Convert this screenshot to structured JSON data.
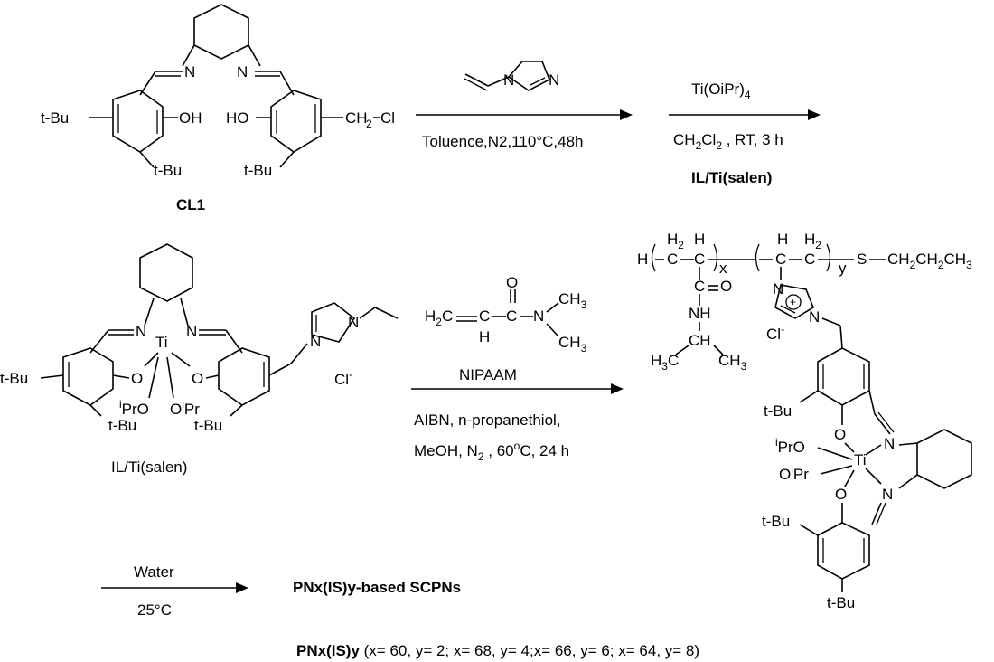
{
  "step1": {
    "compound_label": "CL1",
    "cond_below": "Toluence,N2,110°C,48h",
    "atoms": {
      "tbu": "t-Bu",
      "oh": "OH",
      "ho": "HO",
      "n": "N",
      "ch2": "CH",
      "cl": "Cl",
      "two": "2"
    }
  },
  "step2": {
    "reagent": "Ti(OiPr)",
    "reagent_sub": "4",
    "cond_ch": "CH",
    "cond_cl": "Cl",
    "cond_rest": " , RT, 3 h",
    "sub2": "2",
    "product_label": "IL/Ti(salen)"
  },
  "step3": {
    "complex_label": "IL/Ti(salen)",
    "reagent_name": "NIPAAM",
    "cond1": "AIBN, n-propanethiol,",
    "cond2_a": "MeOH, N",
    "cond2_sub": "2",
    "cond2_b": " , 60",
    "cond2_sup": "o",
    "cond2_c": "C, 24 h",
    "atoms": {
      "ti": "Ti",
      "o": "O",
      "n": "N",
      "ipr_o": "PrO",
      "o_ipr": "O",
      "pr": "Pr",
      "i": "i",
      "cl": "Cl",
      "minus": "-",
      "h2c": "H",
      "c": "C",
      "ch3": "CH",
      "h": "H",
      "three": "3",
      "two": "2"
    }
  },
  "polymer": {
    "h_end": "H",
    "x": "x",
    "y": "y",
    "end_group": "S",
    "end_chain": "CH",
    "plus": "+",
    "atoms": {
      "c": "C",
      "h": "H",
      "two": "2",
      "three": "3",
      "o": "O",
      "nh": "NH",
      "ch": "CH",
      "cl": "Cl",
      "minus": "-",
      "n": "N",
      "tbu": "t-Bu",
      "ti": "Ti",
      "ipro": "PrO",
      "opr": "O",
      "pr": "Pr",
      "i": "i"
    }
  },
  "step4": {
    "above": "Water",
    "below": "25°C",
    "product": "PNx(IS)y-based SCPNs"
  },
  "footer": {
    "bold": "PNx(IS)y",
    "rest": " (x= 60, y= 2; x= 68, y= 4;x= 66, y= 6; x= 64, y= 8)"
  }
}
